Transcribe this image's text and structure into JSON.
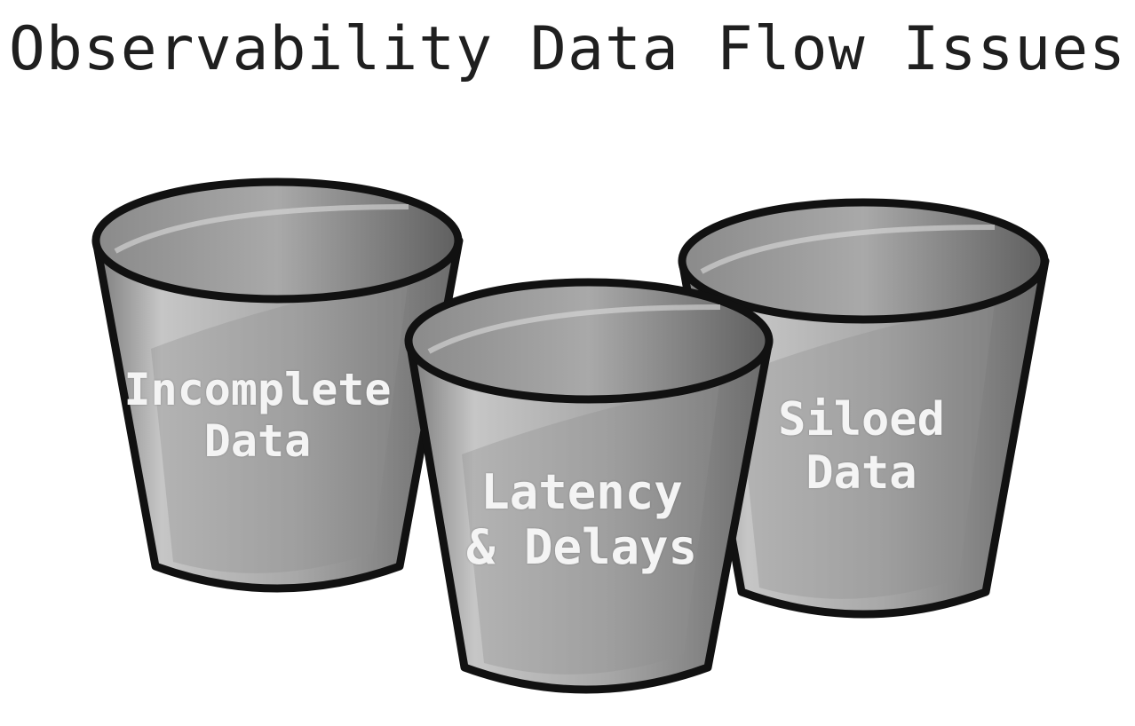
{
  "title": "Observability Data Flow Issues",
  "buckets": [
    {
      "id": "left",
      "line1": "Incomplete",
      "line2": "Data"
    },
    {
      "id": "center",
      "line1": "Latency",
      "line2": "& Delays"
    },
    {
      "id": "right",
      "line1": "Siloed",
      "line2": "Data"
    }
  ],
  "colors": {
    "outline": "#111111",
    "body_light": "#c8c8c8",
    "body_mid": "#9a9a9a",
    "body_dark": "#5e5e5e",
    "label": "#f4f4f4"
  }
}
